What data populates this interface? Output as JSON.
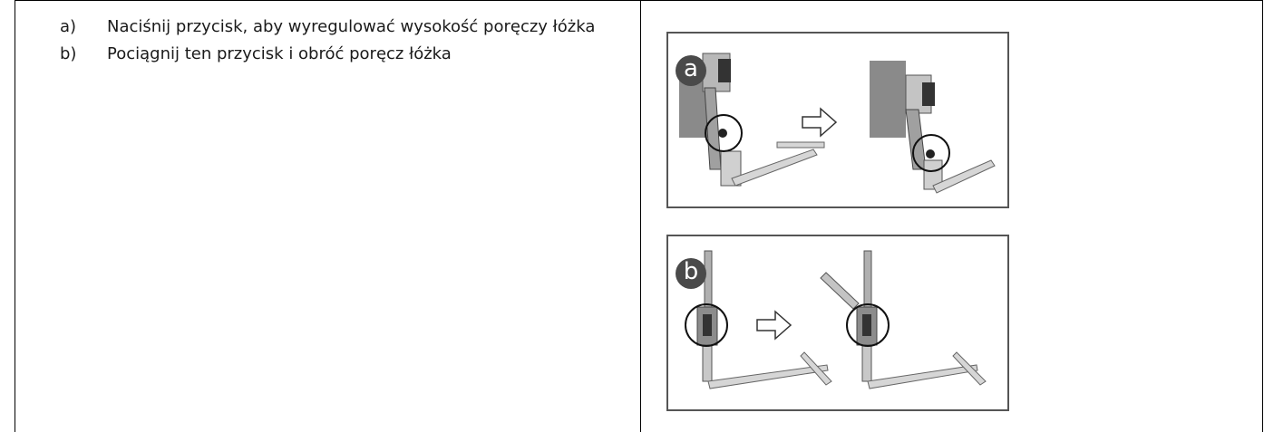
{
  "instructions": [
    {
      "marker": "a)",
      "text": "Naciśnij przycisk, aby wyregulować wysokość poręczy łóżka"
    },
    {
      "marker": "b)",
      "text": "Pociągnij ten przycisk i obróć poręcz łóżka"
    }
  ],
  "figures": {
    "a": {
      "badge": "a"
    },
    "b": {
      "badge": "b"
    }
  }
}
